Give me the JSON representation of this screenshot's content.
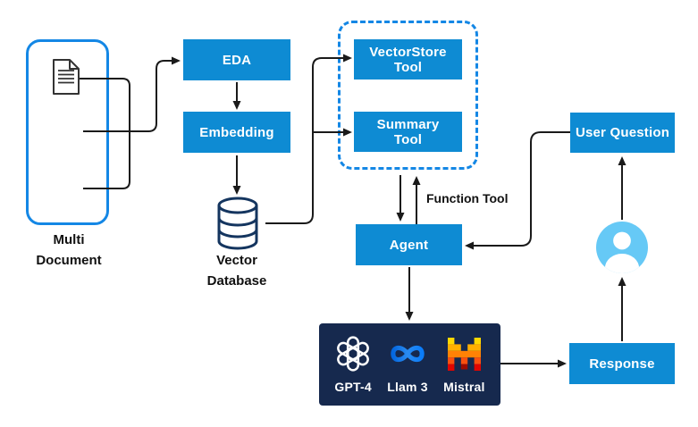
{
  "colors": {
    "box_blue": "#0E8BD3",
    "outline_blue": "#1487E5",
    "dark_navy": "#16294E",
    "person_blue": "#66C9F6",
    "arrow_black": "#1A1A1A",
    "cylinder_navy": "#14355F",
    "meta_blue_start": "#0467DF",
    "meta_blue_end": "#0A7CF9",
    "mistral_yellow": "#FFD800",
    "mistral_orange_light": "#FFAF00",
    "mistral_orange": "#FF8205",
    "mistral_red_orange": "#FA500F",
    "mistral_red": "#E10500"
  },
  "nodes": {
    "multi_document": {
      "line1": "Multi",
      "line2": "Document"
    },
    "eda": {
      "label": "EDA"
    },
    "embedding": {
      "label": "Embedding"
    },
    "vector_database": {
      "line1": "Vector",
      "line2": "Database"
    },
    "vectorstore_tool": {
      "line1": "VectorStore",
      "line2": "Tool"
    },
    "summary_tool": {
      "line1": "Summary",
      "line2": "Tool"
    },
    "agent": {
      "label": "Agent"
    },
    "user_question": {
      "label": "User Question"
    },
    "response": {
      "label": "Response"
    }
  },
  "labels": {
    "function_tool": "Function Tool"
  },
  "llm_box": {
    "models": [
      {
        "name": "GPT-4",
        "icon": "openai-logo"
      },
      {
        "name": "Llam 3",
        "icon": "meta-logo"
      },
      {
        "name": "Mistral",
        "icon": "mistral-logo"
      }
    ]
  }
}
